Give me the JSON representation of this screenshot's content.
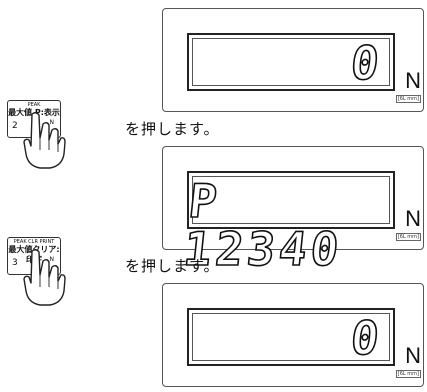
{
  "panels": [
    {
      "value": "0",
      "unit": "N",
      "range": "[6L mm]"
    },
    {
      "value": "P 12340",
      "unit": "N",
      "range": "[6L mm]"
    },
    {
      "value": "0",
      "unit": "N",
      "range": "[6L mm]"
    }
  ],
  "steps": [
    {
      "key": {
        "top": "PEAK",
        "main": "最大値 P:表示",
        "number": "2",
        "sub": "N"
      },
      "instruction": "を押します。"
    },
    {
      "key": {
        "top": "PEAK CLR PRINT",
        "main": "最大値クリア:印字",
        "number": "3",
        "sub": "N"
      },
      "instruction": "を押します。"
    }
  ]
}
